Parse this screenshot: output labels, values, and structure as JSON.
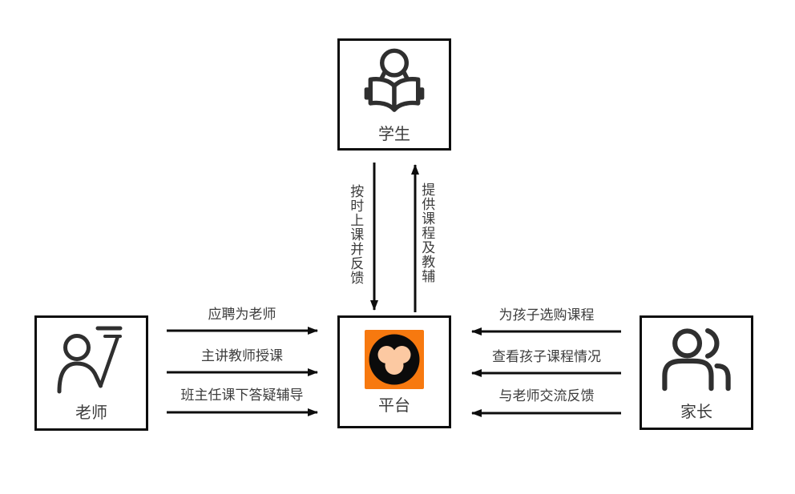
{
  "nodes": {
    "student": {
      "label": "学生",
      "icon": "reading-student-icon"
    },
    "platform": {
      "label": "平台",
      "icon": "monkey-face-icon"
    },
    "teacher": {
      "label": "老师",
      "icon": "teacher-pointer-icon"
    },
    "parent": {
      "label": "家长",
      "icon": "parents-icon"
    }
  },
  "edges": {
    "student_to_platform": {
      "label": "按时上课并反馈",
      "direction": "down"
    },
    "platform_to_student": {
      "label": "提供课程及教辅",
      "direction": "up"
    },
    "teacher_to_platform": [
      {
        "label": "应聘为老师",
        "direction": "right"
      },
      {
        "label": "主讲教师授课",
        "direction": "right"
      },
      {
        "label": "班主任课下答疑辅导",
        "direction": "right"
      }
    ],
    "parent_to_platform": [
      {
        "label": "为孩子选购课程",
        "direction": "left"
      },
      {
        "label": "查看孩子课程情况",
        "direction": "left"
      },
      {
        "label": "与老师交流反馈",
        "direction": "left"
      }
    ]
  },
  "colors": {
    "line": "#0d0d0d",
    "text": "#3c3c3c",
    "icon_stroke": "#2f2f2f",
    "platform_orange": "#f7790f",
    "monkey_face_peach": "#fcc9a2",
    "monkey_circle_black": "#0b0b0b",
    "background": "#ffffff"
  }
}
